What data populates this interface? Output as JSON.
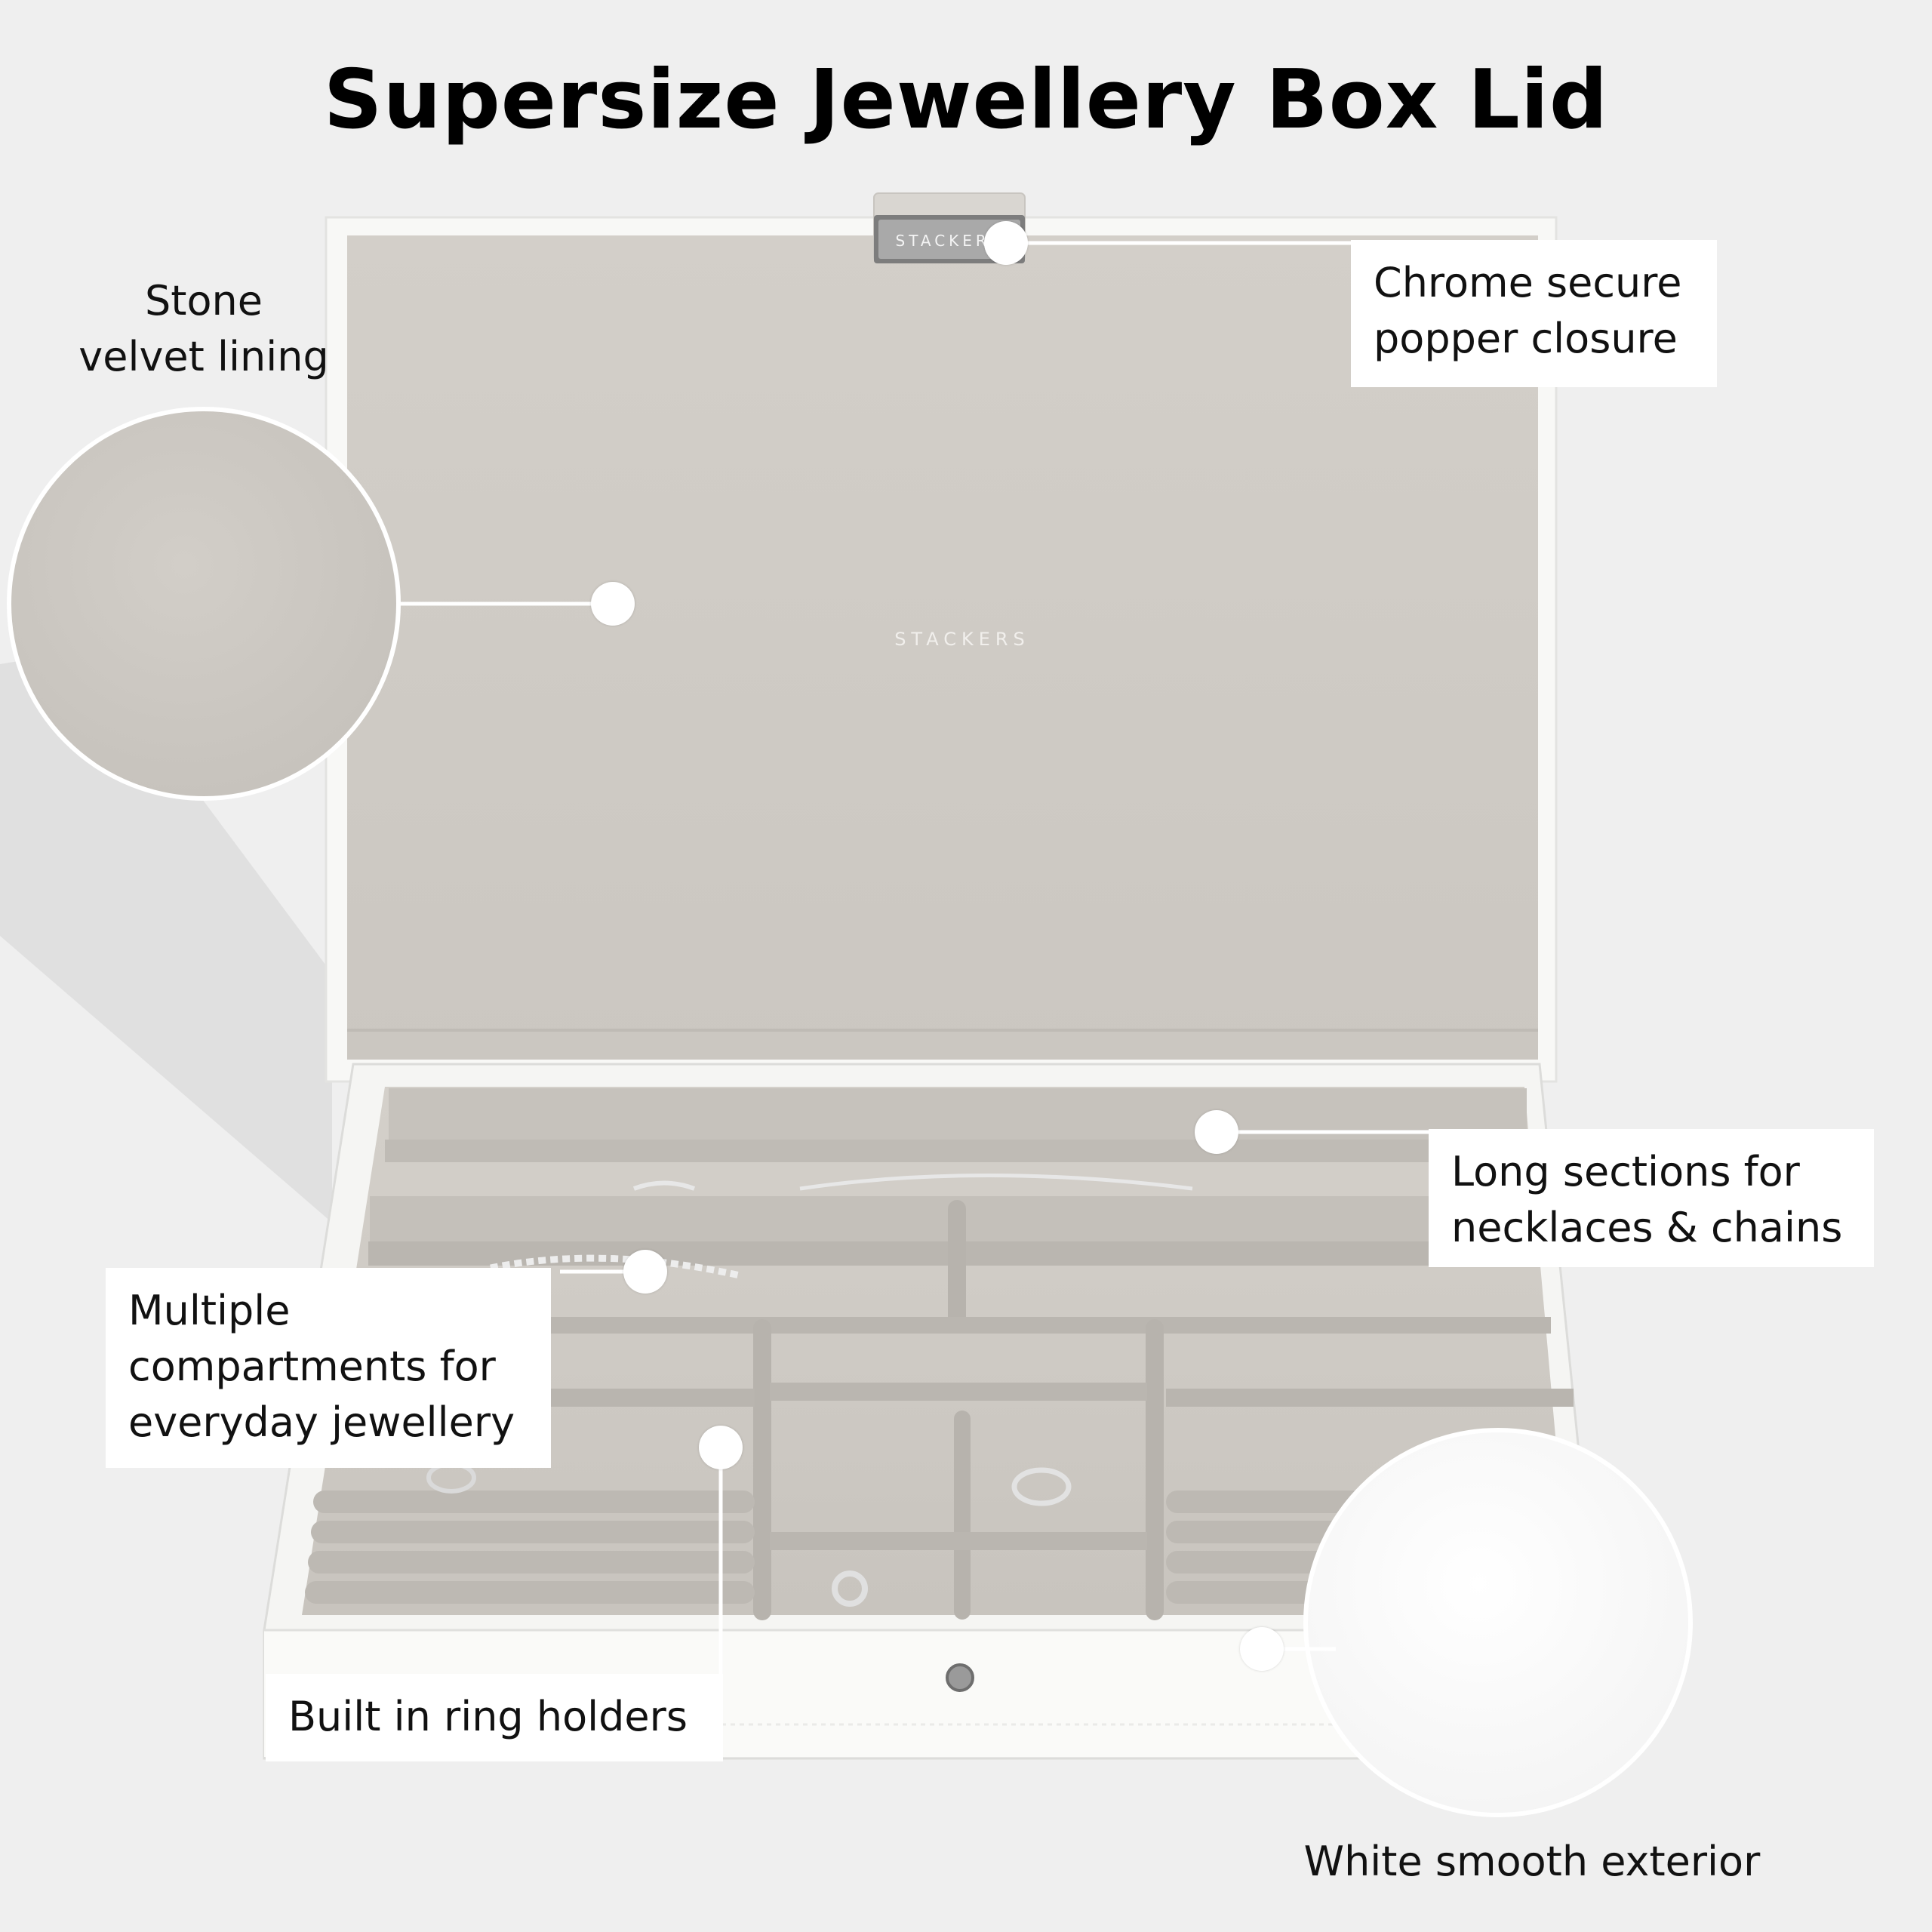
{
  "title": "Supersize Jewellery Box Lid",
  "brand": {
    "clasp_text": "STACKERS",
    "lid_text": "STACKERS"
  },
  "callouts": {
    "stone": {
      "lines": [
        "Stone",
        "velvet lining"
      ]
    },
    "chrome": {
      "lines": [
        "Chrome secure",
        "popper closure"
      ]
    },
    "long": {
      "lines": [
        "Long sections for",
        "necklaces & chains"
      ]
    },
    "multiple": {
      "lines": [
        "Multiple",
        "compartments for",
        "everyday jewellery"
      ]
    },
    "ring": {
      "lines": [
        "Built in ring holders"
      ]
    },
    "white": {
      "lines": [
        "White smooth exterior"
      ]
    }
  },
  "colors": {
    "background": "#efefef",
    "velvet": "#cfcbc5",
    "exterior": "#f7f7f5",
    "text": "#111111",
    "label_box": "#ffffff"
  }
}
